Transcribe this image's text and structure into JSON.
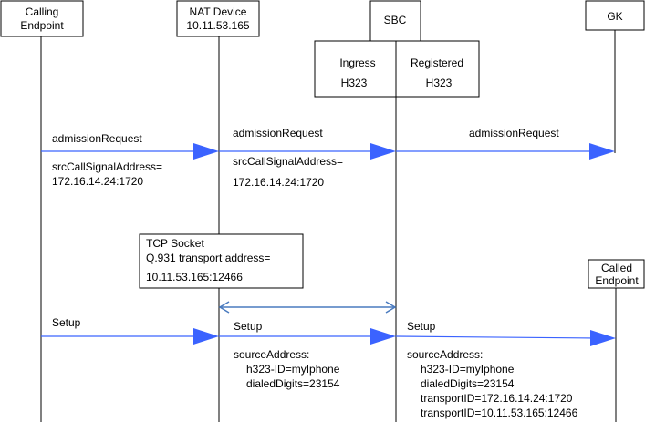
{
  "participants": {
    "calling": {
      "line1": "Calling",
      "line2": "Endpoint"
    },
    "nat": {
      "line1": "NAT Device",
      "line2": "10.11.53.165"
    },
    "sbc": {
      "label": "SBC"
    },
    "gk": {
      "label": "GK"
    },
    "ingress": {
      "line1": "Ingress",
      "line2": "H323"
    },
    "registered": {
      "line1": "Registered",
      "line2": "H323"
    },
    "called": {
      "line1": "Called",
      "line2": "Endpoint"
    }
  },
  "messages": {
    "arq1": {
      "label": "admissionRequest",
      "detail1": "srcCallSignalAddress=",
      "detail2": "172.16.14.24:1720"
    },
    "arq2": {
      "label": "admissionRequest",
      "detail1": "srcCallSignalAddress=",
      "detail2": "172.16.14.24:1720"
    },
    "arq3": {
      "label": "admissionRequest"
    },
    "setup1": {
      "label": "Setup"
    },
    "setup2": {
      "label": "Setup",
      "detail1": "sourceAddress:",
      "detail2": "h323-ID=myIphone",
      "detail3": "dialedDigits=23154"
    },
    "setup3": {
      "label": "Setup",
      "detail1": "sourceAddress:",
      "detail2": "h323-ID=myIphone",
      "detail3": "dialedDigits=23154",
      "detail4": "transportID=172.16.14.24:1720",
      "detail5": "transportID=10.11.53.165:12466"
    }
  },
  "tcp_socket": {
    "line1": "TCP Socket",
    "line2": "Q.931 transport address=",
    "line3": "10.11.53.165:12466"
  },
  "colors": {
    "arrow": "#3b63ff",
    "bidirectional": "#4a7bbf",
    "line": "#000000"
  }
}
